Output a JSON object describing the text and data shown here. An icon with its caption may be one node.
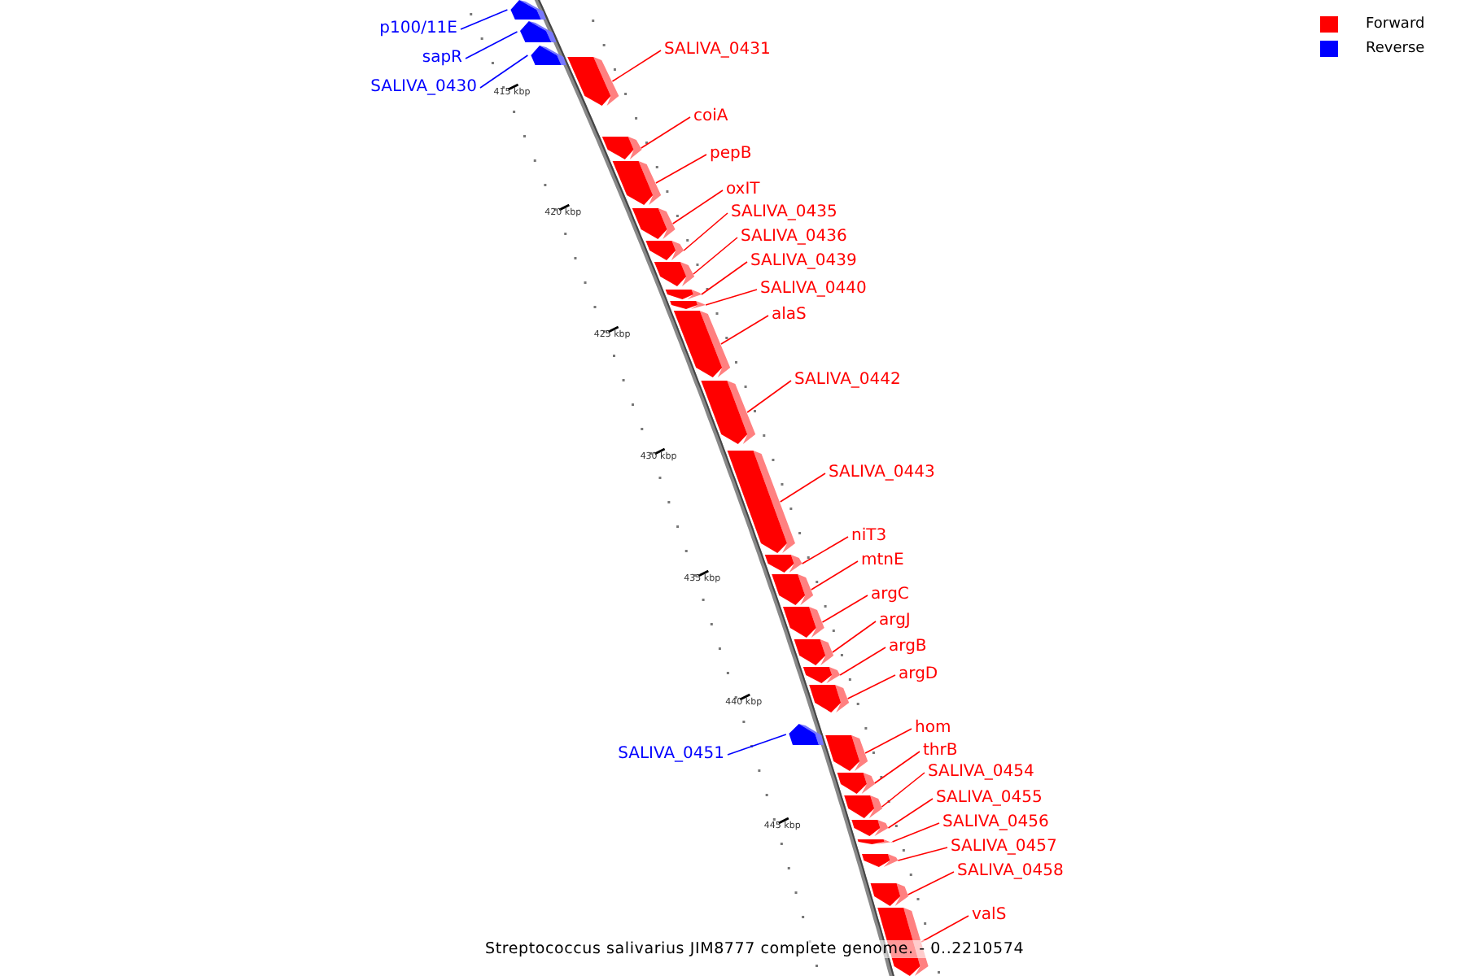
{
  "diagram": {
    "caption": "Streptococcus salivarius JIM8777 complete genome. - 0..2210574",
    "nodes": [
      {
        "text": [
          "p100/11E"
        ]
      },
      {
        "text": [
          "sapR"
        ]
      },
      {
        "text": [
          "SALIVA_0430"
        ]
      },
      {
        "text": [
          "SALIVA_0431"
        ]
      },
      {
        "text": [
          "coiA"
        ]
      },
      {
        "text": [
          "pepB"
        ]
      },
      {
        "text": [
          "oxIT"
        ]
      },
      {
        "text": [
          "SALIVA_0435"
        ]
      },
      {
        "text": [
          "SALIVA_0436"
        ]
      },
      {
        "text": [
          "SALIVA_0439"
        ]
      },
      {
        "text": [
          "SALIVA_0440"
        ]
      },
      {
        "text": [
          "alaS"
        ]
      },
      {
        "text": [
          "SALIVA_0442"
        ]
      },
      {
        "text": [
          "SALIVA_0443"
        ]
      },
      {
        "text": [
          "niT3"
        ]
      },
      {
        "text": [
          "mtnE"
        ]
      },
      {
        "text": [
          "argC"
        ]
      },
      {
        "text": [
          "argJ"
        ]
      },
      {
        "text": [
          "argB"
        ]
      },
      {
        "text": [
          "argD"
        ]
      },
      {
        "text": [
          "SALIVA_0451"
        ]
      },
      {
        "text": [
          "hom"
        ]
      },
      {
        "text": [
          "thrB"
        ]
      },
      {
        "text": [
          "SALIVA_0454"
        ]
      },
      {
        "text": [
          "SALIVA_0455"
        ]
      },
      {
        "text": [
          "SALIVA_0456"
        ]
      },
      {
        "text": [
          "SALIVA_0457"
        ]
      },
      {
        "text": [
          "SALIVA_0458"
        ]
      },
      {
        "text": [
          "valS"
        ]
      },
      {
        "text": [],
        "shape": "bar"
      },
      {
        "text": [],
        "shape": "bar"
      },
      {
        "text": [],
        "shape": "bar"
      },
      {
        "text": [],
        "shape": "bar"
      },
      {
        "text": [],
        "shape": "bar"
      },
      {
        "text": [],
        "shape": "bar"
      },
      {
        "text": [],
        "shape": "bar"
      },
      {
        "text": [],
        "shape": "bar"
      },
      {
        "text": [],
        "shape": "bar"
      },
      {
        "text": [],
        "shape": "bar"
      },
      {
        "text": [],
        "shape": "bar"
      },
      {
        "text": [],
        "shape": "bar"
      },
      {
        "text": [],
        "shape": "bar"
      },
      {
        "text": [],
        "shape": "bar"
      },
      {
        "text": [],
        "shape": "bar"
      },
      {
        "text": [],
        "shape": "bar"
      },
      {
        "text": [],
        "shape": "bar"
      },
      {
        "text": [],
        "shape": "bar"
      },
      {
        "text": [],
        "shape": "bar"
      },
      {
        "text": [],
        "shape": "bar"
      },
      {
        "text": [],
        "shape": "bar"
      },
      {
        "text": [],
        "shape": "bar"
      },
      {
        "text": [],
        "shape": "bar"
      },
      {
        "text": [],
        "shape": "bar"
      },
      {
        "text": [],
        "shape": "bar"
      },
      {
        "text": [],
        "shape": "bar"
      },
      {
        "text": [],
        "shape": "bar"
      },
      {
        "text": [],
        "shape": "bar"
      },
      {
        "text": [],
        "shape": "bar"
      }
    ],
    "edges": [
      {
        "from": 0,
        "to": 29,
        "arrow": "none",
        "color": "#0000ff"
      },
      {
        "from": 1,
        "to": 30,
        "arrow": "none",
        "color": "#0000ff"
      },
      {
        "from": 2,
        "to": 31,
        "arrow": "none",
        "color": "#0000ff"
      },
      {
        "from": 3,
        "to": 32,
        "arrow": "none"
      },
      {
        "from": 4,
        "to": 33,
        "arrow": "none"
      },
      {
        "from": 5,
        "to": 34,
        "arrow": "none"
      },
      {
        "from": 6,
        "to": 35,
        "arrow": "none"
      },
      {
        "from": 7,
        "to": 36,
        "arrow": "none"
      },
      {
        "from": 8,
        "to": 37,
        "arrow": "none"
      },
      {
        "from": 9,
        "to": 38,
        "arrow": "none"
      },
      {
        "from": 10,
        "to": 39,
        "arrow": "none"
      },
      {
        "from": 11,
        "to": 40,
        "arrow": "none"
      },
      {
        "from": 12,
        "to": 41,
        "arrow": "none"
      },
      {
        "from": 13,
        "to": 42,
        "arrow": "none"
      },
      {
        "from": 14,
        "to": 43,
        "arrow": "none"
      },
      {
        "from": 15,
        "to": 44,
        "arrow": "none"
      },
      {
        "from": 16,
        "to": 45,
        "arrow": "none"
      },
      {
        "from": 17,
        "to": 46,
        "arrow": "none"
      },
      {
        "from": 18,
        "to": 47,
        "arrow": "none"
      },
      {
        "from": 19,
        "to": 48,
        "arrow": "none"
      },
      {
        "from": 20,
        "to": 49,
        "arrow": "none",
        "color": "#0000ff"
      },
      {
        "from": 21,
        "to": 50,
        "arrow": "none"
      },
      {
        "from": 22,
        "to": 51,
        "arrow": "none"
      },
      {
        "from": 23,
        "to": 52,
        "arrow": "none"
      },
      {
        "from": 24,
        "to": 53,
        "arrow": "none"
      },
      {
        "from": 25,
        "to": 54,
        "arrow": "none"
      },
      {
        "from": 26,
        "to": 55,
        "arrow": "none"
      },
      {
        "from": 27,
        "to": 56,
        "arrow": "none"
      },
      {
        "from": 28,
        "to": 57,
        "arrow": "none"
      }
    ],
    "labels": [
      "415 kbp",
      "420 kbp",
      "425 kbp",
      "430 kbp",
      "435 kbp",
      "440 kbp",
      "445 kbp"
    ],
    "legend": [
      {
        "text": "Forward",
        "color": "#ff0000"
      },
      {
        "text": "Reverse",
        "color": "#0000ff"
      }
    ]
  }
}
